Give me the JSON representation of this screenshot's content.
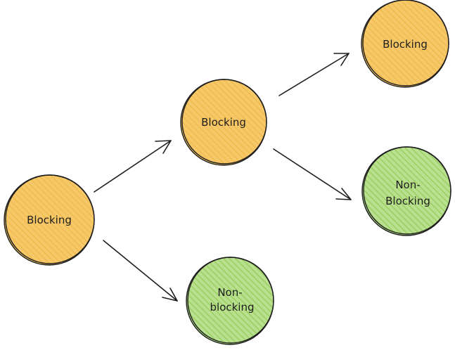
{
  "colors": {
    "blocking_fill": "#f7c868",
    "blocking_hatch": "#eeb94c",
    "nonblocking_fill": "#b9e08e",
    "nonblocking_hatch": "#95cc5a",
    "stroke": "#1e1e1e",
    "background": "#ffffff"
  },
  "nodes": {
    "root": {
      "lines": [
        "Blocking"
      ],
      "kind": "blocking"
    },
    "mid": {
      "lines": [
        "Blocking"
      ],
      "kind": "blocking"
    },
    "bottom": {
      "lines": [
        "Non-",
        "blocking"
      ],
      "kind": "nonblocking"
    },
    "top_right": {
      "lines": [
        "Blocking"
      ],
      "kind": "blocking"
    },
    "mid_right": {
      "lines": [
        "Non-",
        "Blocking"
      ],
      "kind": "nonblocking"
    }
  },
  "edges": [
    {
      "from": "root",
      "to": "mid"
    },
    {
      "from": "root",
      "to": "bottom"
    },
    {
      "from": "mid",
      "to": "top_right"
    },
    {
      "from": "mid",
      "to": "mid_right"
    }
  ]
}
